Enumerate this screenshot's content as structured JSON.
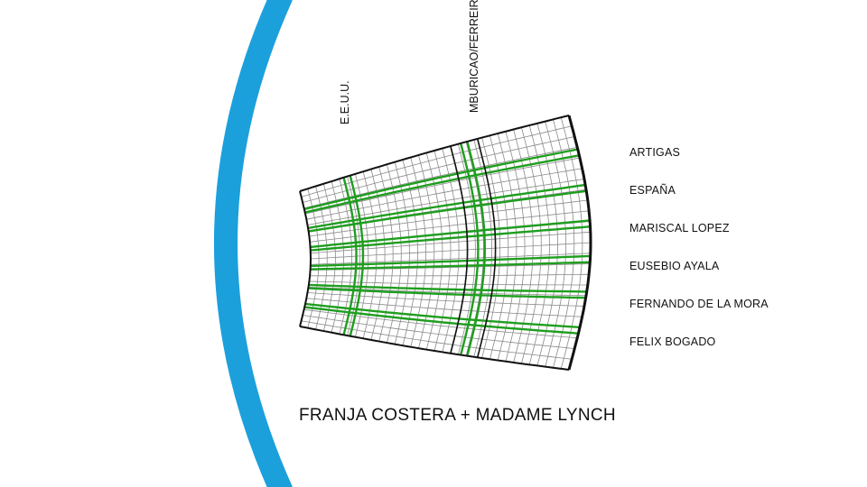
{
  "colors": {
    "arc": "#1ba0dc",
    "grid_line": "#8a8a8a",
    "outline": "#111111",
    "highlight": "#1f9e1f"
  },
  "vertical_streets": [
    {
      "label": "E.E.U.U."
    },
    {
      "label": "MBURICAO/FERREIRA"
    }
  ],
  "horizontal_streets": [
    {
      "label": "ARTIGAS"
    },
    {
      "label": "ESPAÑA"
    },
    {
      "label": "MARISCAL LOPEZ"
    },
    {
      "label": "EUSEBIO AYALA"
    },
    {
      "label": "FERNANDO DE LA MORA"
    },
    {
      "label": "FELIX BOGADO"
    }
  ],
  "caption": "FRANJA COSTERA + MADAME LYNCH"
}
